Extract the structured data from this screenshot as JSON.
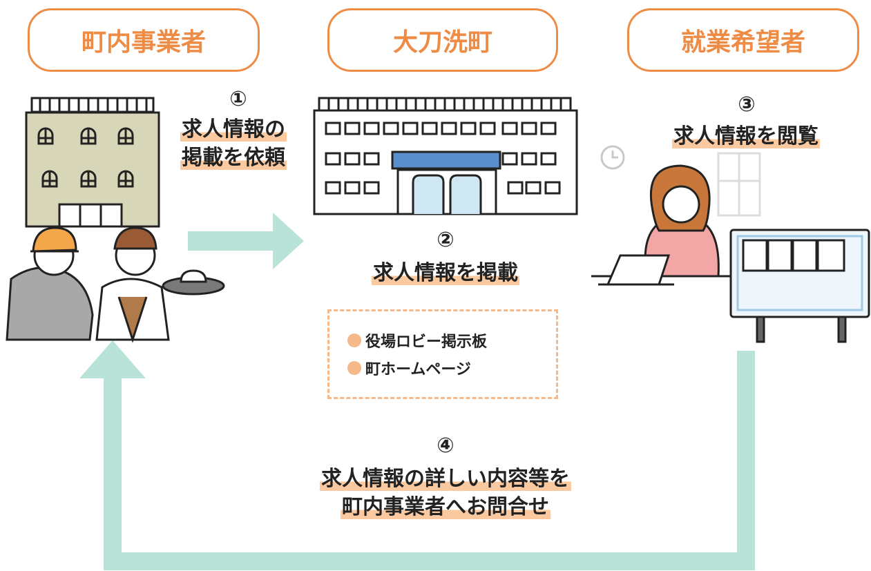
{
  "actors": {
    "employer": "町内事業者",
    "town": "大刀洗町",
    "seeker": "就業希望者"
  },
  "steps": {
    "s1": {
      "num": "①",
      "line1": "求人情報の",
      "line2": "掲載を依頼"
    },
    "s2": {
      "num": "②",
      "line1": "求人情報を掲載"
    },
    "s3": {
      "num": "③",
      "line1": "求人情報を閲覧"
    },
    "s4": {
      "num": "④",
      "line1": "求人情報の詳しい内容等を",
      "line2": "町内事業者へお問合せ"
    }
  },
  "channels": [
    "役場ロビー掲示板",
    "町ホームページ"
  ],
  "colors": {
    "accent_orange": "#ee8b45",
    "highlight": "#fbc9a0",
    "arrow_teal": "#b9e3d8",
    "building_fill": "#d8d6b8",
    "board_fill": "#eef6fb"
  },
  "icons": [
    "employer-building-icon",
    "workers-illustration-icon",
    "town-hall-icon",
    "clock-icon",
    "window-icon",
    "job-seeker-laptop-icon",
    "notice-board-icon"
  ]
}
